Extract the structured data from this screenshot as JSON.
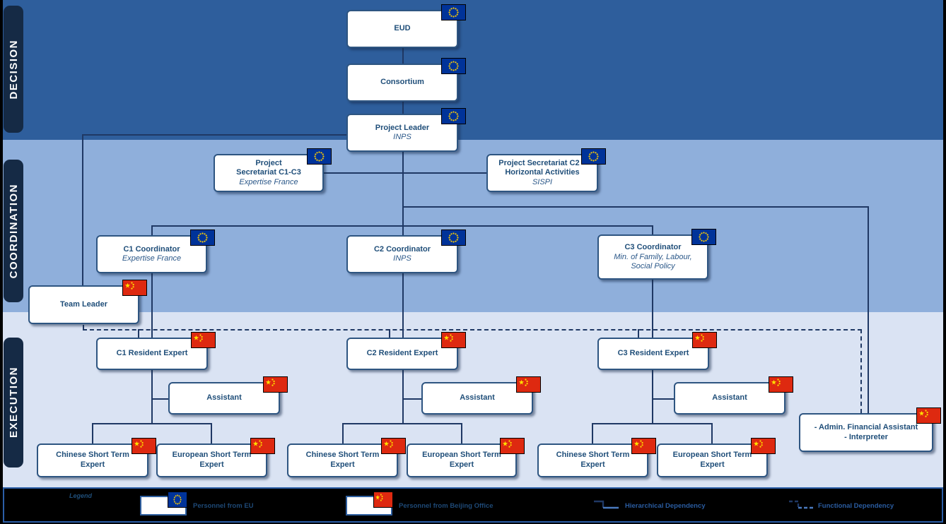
{
  "side_labels": {
    "decision": "DECISION",
    "coordination": "COORDINATION",
    "execution": "EXECUTION"
  },
  "nodes": {
    "eud": {
      "title": "EUD",
      "flag": "eu"
    },
    "consortium": {
      "title": "Consortium",
      "flag": "eu"
    },
    "project_leader": {
      "title": "Project Leader",
      "org": "INPS",
      "flag": "eu"
    },
    "secretariat_c1_c3": {
      "title": "Project\nSecretariat C1-C3",
      "org": "Expertise France",
      "flag": "eu"
    },
    "secretariat_c2": {
      "title": "Project Secretariat C2 –\nHorizontal Activities",
      "org": "SISPI",
      "flag": "eu"
    },
    "c1_coordinator": {
      "title": "C1 Coordinator",
      "org": "Expertise France",
      "flag": "eu"
    },
    "c2_coordinator": {
      "title": "C2 Coordinator",
      "org": "INPS",
      "flag": "eu"
    },
    "c3_coordinator": {
      "title": "C3 Coordinator",
      "org": "Min. of Family, Labour,\nSocial Policy",
      "flag": "eu"
    },
    "team_leader": {
      "title": "Team Leader",
      "flag": "cn"
    },
    "c1_resident_expert": {
      "title": "C1 Resident Expert",
      "flag": "cn"
    },
    "c2_resident_expert": {
      "title": "C2 Resident Expert",
      "flag": "cn"
    },
    "c3_resident_expert": {
      "title": "C3 Resident Expert",
      "flag": "cn"
    },
    "c1_assistant": {
      "title": "Assistant",
      "flag": "cn"
    },
    "c2_assistant": {
      "title": "Assistant",
      "flag": "cn"
    },
    "c3_assistant": {
      "title": "Assistant",
      "flag": "cn"
    },
    "c1_chinese_ste": {
      "title": "Chinese Short Term\nExpert",
      "flag": "cn"
    },
    "c1_european_ste": {
      "title": "European Short Term\nExpert",
      "flag": "cn"
    },
    "c2_chinese_ste": {
      "title": "Chinese Short Term\nExpert",
      "flag": "cn"
    },
    "c2_european_ste": {
      "title": "European Short Term\nExpert",
      "flag": "cn"
    },
    "c3_chinese_ste": {
      "title": "Chinese Short Term\nExpert",
      "flag": "cn"
    },
    "c3_european_ste": {
      "title": "European Short Term\nExpert",
      "flag": "cn"
    },
    "admin_assistant": {
      "title": "- Admin.  Financial Assistant\n- Interpreter",
      "flag": "cn"
    }
  },
  "legend": {
    "title": "Legend",
    "personnel_eu": "Personnel from EU",
    "personnel_beijing": "Personnel from Beijing Office",
    "hierarchical": "Hierarchical Dependency",
    "functional": "Functional Dependency"
  },
  "colors": {
    "band_decision": "#2E5E9C",
    "band_coordination": "#8FAFDB",
    "band_execution": "#DAE3F3",
    "box_border": "#2E5581",
    "box_text": "#1F4E79",
    "connector": "#1F3864",
    "eu_flag_blue": "#003399",
    "flag_star_yellow": "#FFCC00",
    "china_flag_red": "#DE2910",
    "legend_bg": "#000000",
    "legend_border": "#2B5EA7"
  }
}
